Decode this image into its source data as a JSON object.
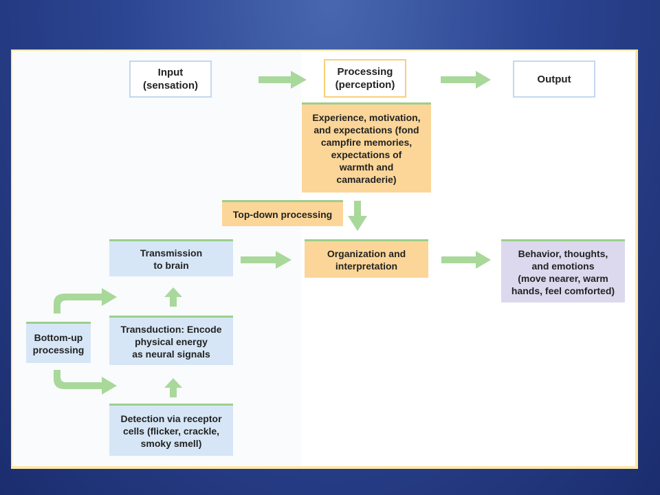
{
  "header": {
    "input": "Input\n(sensation)",
    "processing": "Processing\n(perception)",
    "output": "Output"
  },
  "boxes": {
    "experience": "Experience, motivation,\nand expectations (fond\ncampfire memories,\nexpectations of\nwarmth and\ncamaraderie)",
    "top_down": "Top-down processing",
    "transmission": "Transmission\nto brain",
    "organization": "Organization and\ninterpretation",
    "behavior": "Behavior, thoughts,\nand emotions\n(move nearer, warm\nhands, feel comforted)",
    "bottom_up": "Bottom-up\nprocessing",
    "transduction": "Transduction: Encode\nphysical energy\nas neural signals",
    "detection": "Detection via receptor\ncells (flicker, crackle,\nsmoky smell)"
  },
  "colors": {
    "arrow": "#a9d89b",
    "blue_box": "#d6e6f6",
    "orange_box": "#fbd698",
    "purple_box": "#dcd9ee",
    "frame": "#fde7a9",
    "background": "#2c4592"
  }
}
